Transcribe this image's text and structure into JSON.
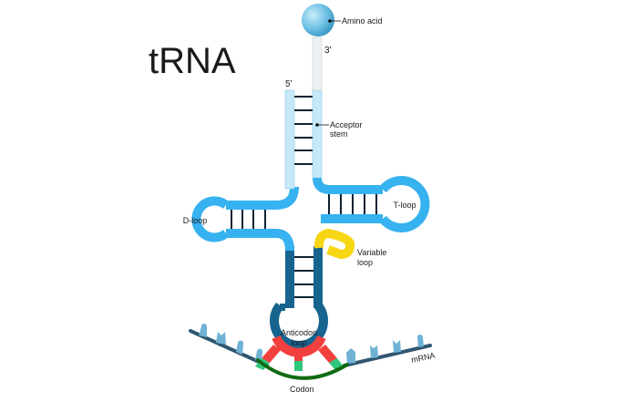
{
  "title": "tRNA",
  "labels": {
    "amino_acid": "Amino acid",
    "three_prime": "3'",
    "five_prime": "5'",
    "acceptor_stem_line1": "Acceptor",
    "acceptor_stem_line2": "stem",
    "t_loop": "T-loop",
    "d_loop": "D-loop",
    "variable_loop_line1": "Variable",
    "variable_loop_line2": "loop",
    "anticodon_loop_line1": "Anticodon",
    "anticodon_loop_line2": "loop",
    "codon": "Codon",
    "mrna": "mRNA"
  },
  "colors": {
    "acceptor_stem": "#c6e8f8",
    "tail": "#eef1f3",
    "loops": "#36b2f0",
    "anticodon_stem": "#17648f",
    "variable_loop": "#f7d614",
    "anticodon_red": "#f2403f",
    "anticodon_green": "#2fc77c",
    "codon": "#0f6b12",
    "mrna": "#2f5670",
    "mrna_bases": "#6fb2d6",
    "bond": "#0c2233",
    "amino_acid": "#5ab4dc"
  }
}
